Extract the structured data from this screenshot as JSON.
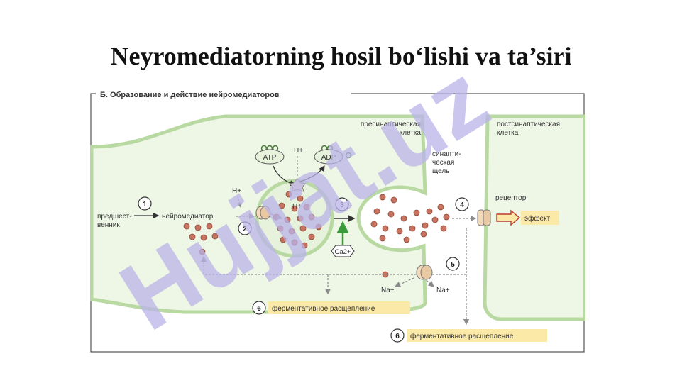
{
  "slide": {
    "title": "Neyromediatorning hosil bo‘lishi va ta’siri"
  },
  "figure": {
    "header": "Б. Образование и действие нейромедиаторов",
    "presynaptic_line1": "пресинаптическая",
    "presynaptic_line2": "клетка",
    "postsynaptic_line1": "постсинаптическая",
    "postsynaptic_line2": "клетка",
    "cleft_line1": "синапти-",
    "cleft_line2": "ческая",
    "cleft_line3": "щель",
    "receptor": "рецептор",
    "effect": "эффект",
    "precursor_line1": "предшест-",
    "precursor_line2": "венник",
    "neurotransmitter": "нейромедиатор",
    "atp": "ATP",
    "adp": "ADP",
    "h_plus": "H+",
    "ca": "Ca2+",
    "na_left": "Na+",
    "na_right": "Na+",
    "enzymatic_1": "ферментативное расщепление",
    "enzymatic_2": "ферментативное расщепление",
    "steps": [
      "1",
      "2",
      "3",
      "4",
      "5",
      "6",
      "6"
    ]
  },
  "watermark": {
    "text": "Hujjat.uz"
  },
  "colors": {
    "membrane": "#b9d9a2",
    "cell_fill": "#eef6e6",
    "dot": "#c8735f",
    "label_box": "#fbe9a8",
    "arrow_green": "#3b9a3b",
    "watermark": "#b9b3e8"
  }
}
